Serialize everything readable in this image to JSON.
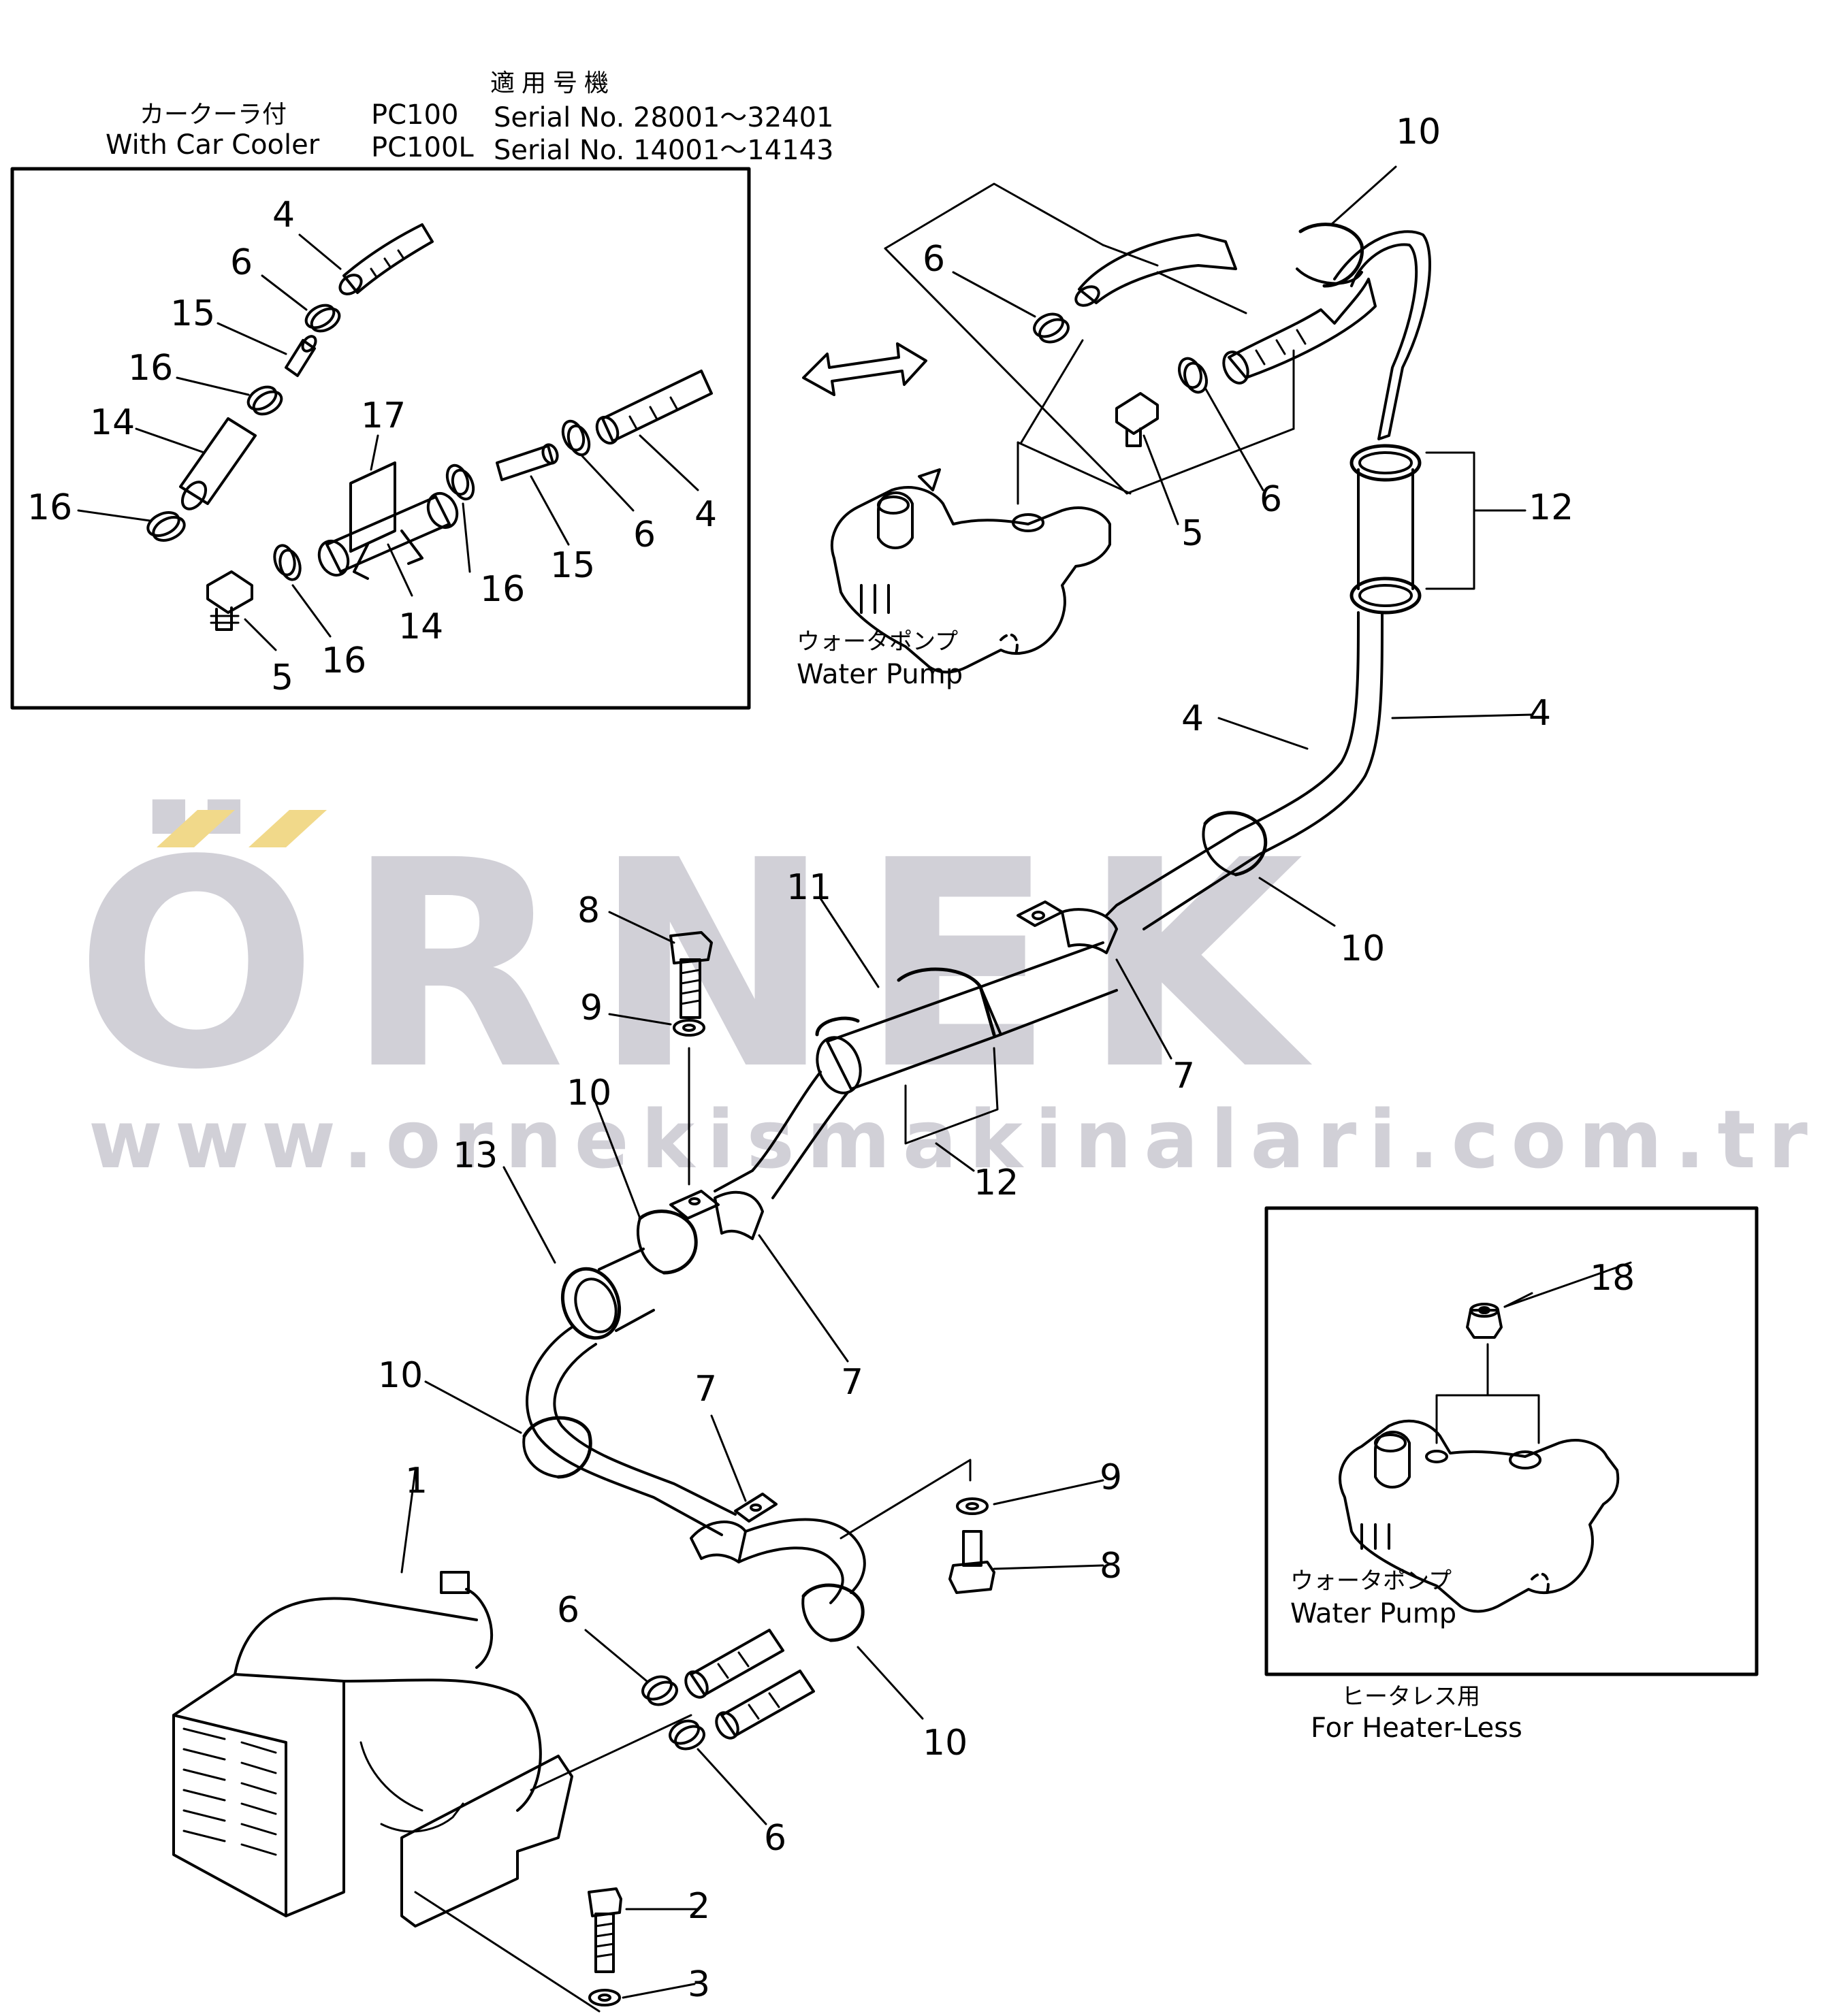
{
  "watermark": {
    "brand": "ÖRNEK",
    "url": "www.ornekismakinalari.com.tr",
    "accent_color": "#f1d98a",
    "text_color": "#c9c8d1"
  },
  "header": {
    "option_jp": "カークーラ付",
    "option_en": "With Car Cooler",
    "applicable_jp": "適用号機",
    "model_1": "PC100",
    "serial_1": "Serial No. 28001～32401",
    "model_2": "PC100L",
    "serial_2": "Serial No. 14001～14143"
  },
  "main_pump": {
    "label_jp": "ウォータポンプ",
    "label_en": "Water Pump"
  },
  "heaterless_inset": {
    "pump_jp": "ウォータポンプ",
    "pump_en": "Water Pump",
    "caption_jp": "ヒータレス用",
    "caption_en": "For Heater-Less"
  },
  "callouts": {
    "inset_cooler": [
      "4",
      "6",
      "15",
      "16",
      "14",
      "16",
      "17",
      "16",
      "15",
      "6",
      "4",
      "14",
      "16",
      "5"
    ],
    "main": [
      "10",
      "6",
      "5",
      "6",
      "12",
      "4",
      "4",
      "10",
      "11",
      "7",
      "8",
      "9",
      "10",
      "12",
      "13",
      "7",
      "10",
      "7",
      "9",
      "8",
      "1",
      "6",
      "10",
      "6",
      "2",
      "3"
    ],
    "heaterless": [
      "18"
    ]
  }
}
